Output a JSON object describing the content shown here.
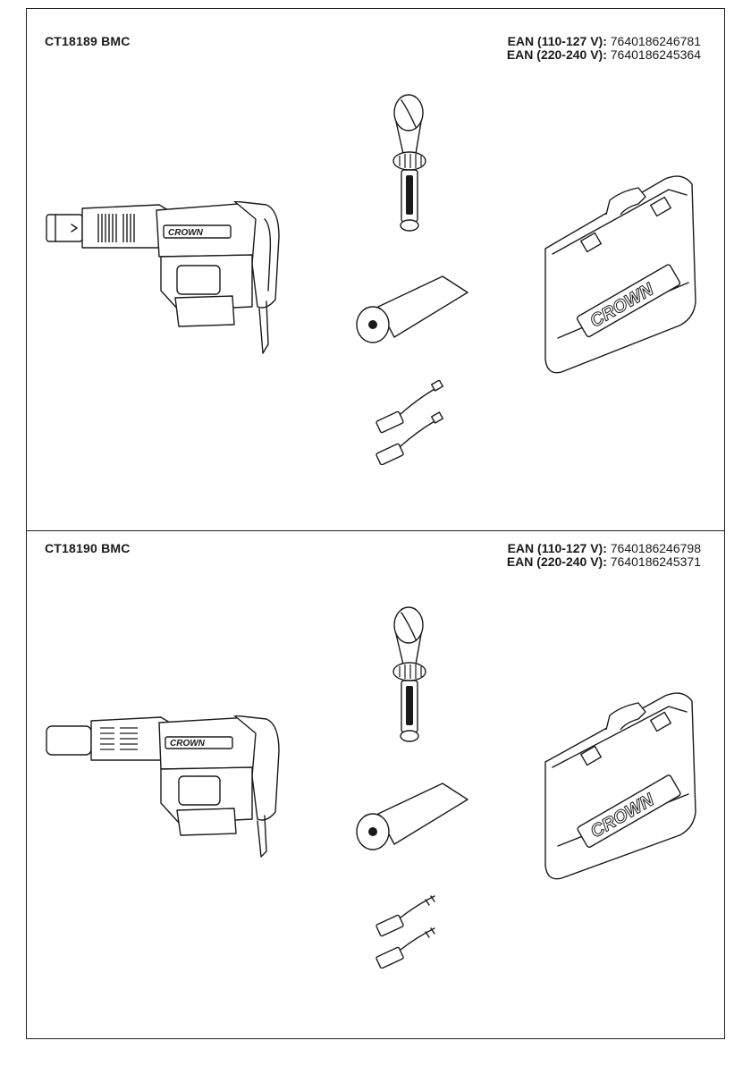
{
  "sections": [
    {
      "model": "CT18189 BMC",
      "ean_lines": [
        {
          "label": "EAN (110-127 V):",
          "value": "7640186246781"
        },
        {
          "label": "EAN (220-240 V):",
          "value": "7640186245364"
        }
      ]
    },
    {
      "model": "CT18190 BMC",
      "ean_lines": [
        {
          "label": "EAN (110-127 V):",
          "value": "7640186246798"
        },
        {
          "label": "EAN (220-240 V):",
          "value": "7640186245371"
        }
      ]
    }
  ],
  "brand_logo_text": "CROWN"
}
